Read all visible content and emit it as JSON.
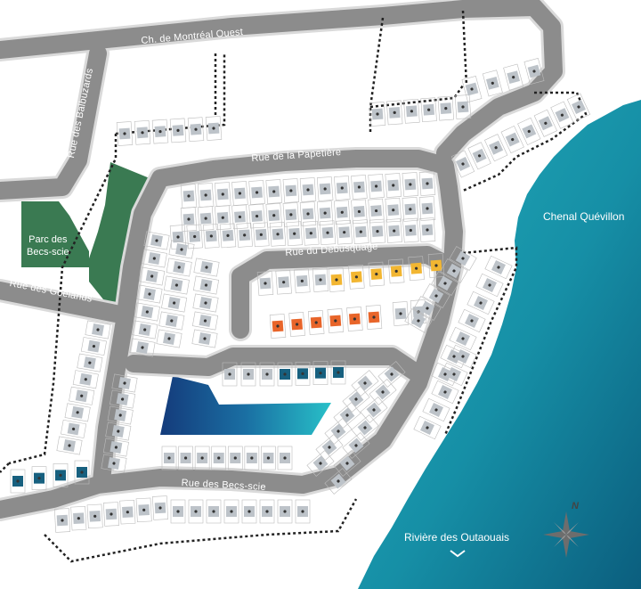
{
  "map": {
    "roads": {
      "montreal_ouest": "Ch. de Montréal Ouest",
      "balbuzards": "Rue des Balbuzards",
      "papetiere": "Rue de la Papetière",
      "debusquage": "Rue du Débusquage",
      "goelands": "Rue des Goélands",
      "becs_scie": "Rue des Becs-scie"
    },
    "water": {
      "chenal": "Chenal Quévillon",
      "riviere": "Rivière des Outaouais"
    },
    "park": {
      "line1": "Parc des",
      "line2": "Becs-scie"
    },
    "compass": {
      "north": "N"
    },
    "colors": {
      "road": "#8c8c8c",
      "road_edge": "#d4d4d4",
      "lot_outline": "#bcbcbc",
      "house": "#bdc3c9",
      "water_dark": "#0d6f8a",
      "water_light": "#1fa8b8",
      "park": "#3a7a52",
      "pond_dark": "#123d7c",
      "pond_light": "#21b3c1",
      "accent_yellow": "#f2b632",
      "accent_orange": "#e8652a",
      "accent_blue": "#17607f",
      "boundary": "#222222"
    }
  }
}
